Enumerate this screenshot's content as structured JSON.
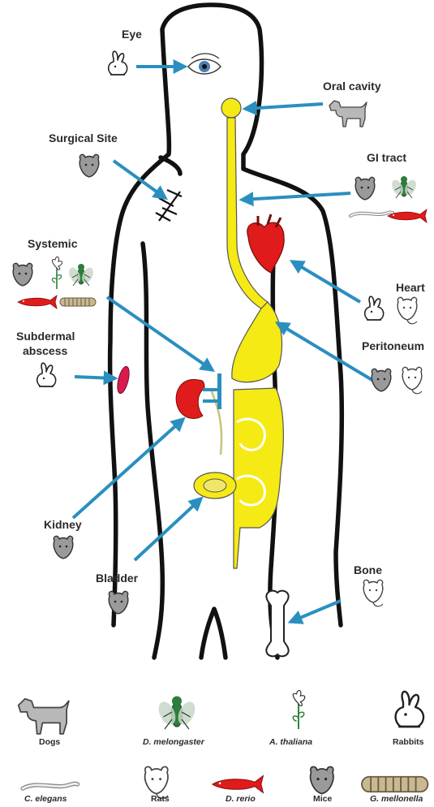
{
  "labels": {
    "eye": "Eye",
    "oral_cavity": "Oral cavity",
    "surgical_site": "Surgical Site",
    "gi_tract": "GI tract",
    "systemic": "Systemic",
    "heart": "Heart",
    "subdermal_line1": "Subdermal",
    "subdermal_line2": "abscess",
    "peritoneum": "Peritoneum",
    "kidney": "Kidney",
    "bladder": "Bladder",
    "bone": "Bone"
  },
  "legend": {
    "dogs": "Dogs",
    "drosophila": "D. melongaster",
    "arabidopsis": "A. thaliana",
    "rabbits": "Rabbits",
    "elegans": "C. elegans",
    "rats": "Rats",
    "zebrafish": "D. rerio",
    "mice": "Mice",
    "galleria": "G. mellonella"
  },
  "colors": {
    "arrow": "#2a8fbf",
    "organ_yellow": "#f5ea14",
    "organ_red": "#e01b1b",
    "abscess": "#d81b4f",
    "body_outline": "#111111",
    "mouse_gray": "#9a9a9a",
    "fly_green": "#2e7d3a"
  },
  "icons": [
    "body-outline-icon",
    "eye-icon",
    "rabbit-icon",
    "dog-icon",
    "mouse-icon",
    "rat-icon",
    "fly-icon",
    "zebrafish-icon",
    "nematode-icon",
    "plant-icon",
    "larva-icon",
    "heart-icon",
    "kidney-icon",
    "bone-icon"
  ]
}
